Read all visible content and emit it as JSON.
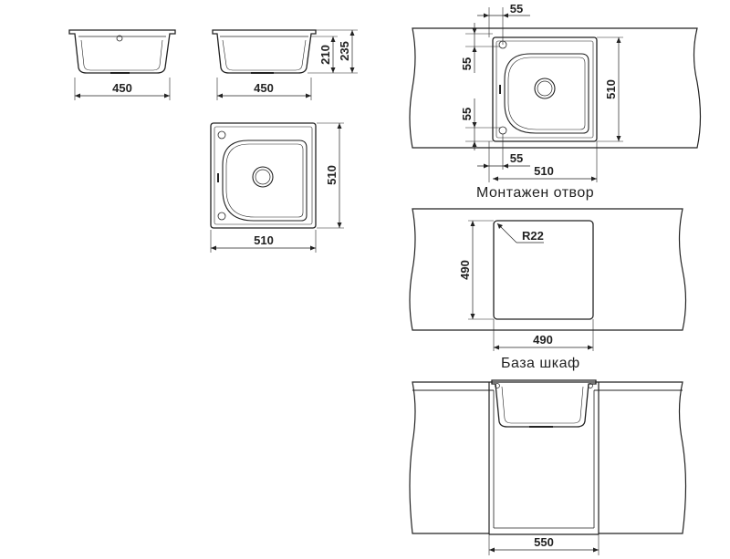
{
  "front_view": {
    "width_label": "450"
  },
  "side_view": {
    "width_label": "450",
    "depth_inner_label": "210",
    "depth_total_label": "235"
  },
  "top_view": {
    "width_label": "510",
    "height_label": "510"
  },
  "mounting_diagram": {
    "offset_top_label": "55",
    "offset_left_upper_label": "55",
    "offset_left_lower_label": "55",
    "offset_bottom_label": "55",
    "width_label": "510",
    "height_label": "510"
  },
  "cutout": {
    "caption": "Монтажен отвор",
    "radius_label": "R22",
    "width_label": "490",
    "height_label": "490"
  },
  "cabinet": {
    "caption": "База шкаф",
    "width_label": "550"
  },
  "colors": {
    "line": "#222222",
    "countertop_fill": "#ffffff"
  }
}
